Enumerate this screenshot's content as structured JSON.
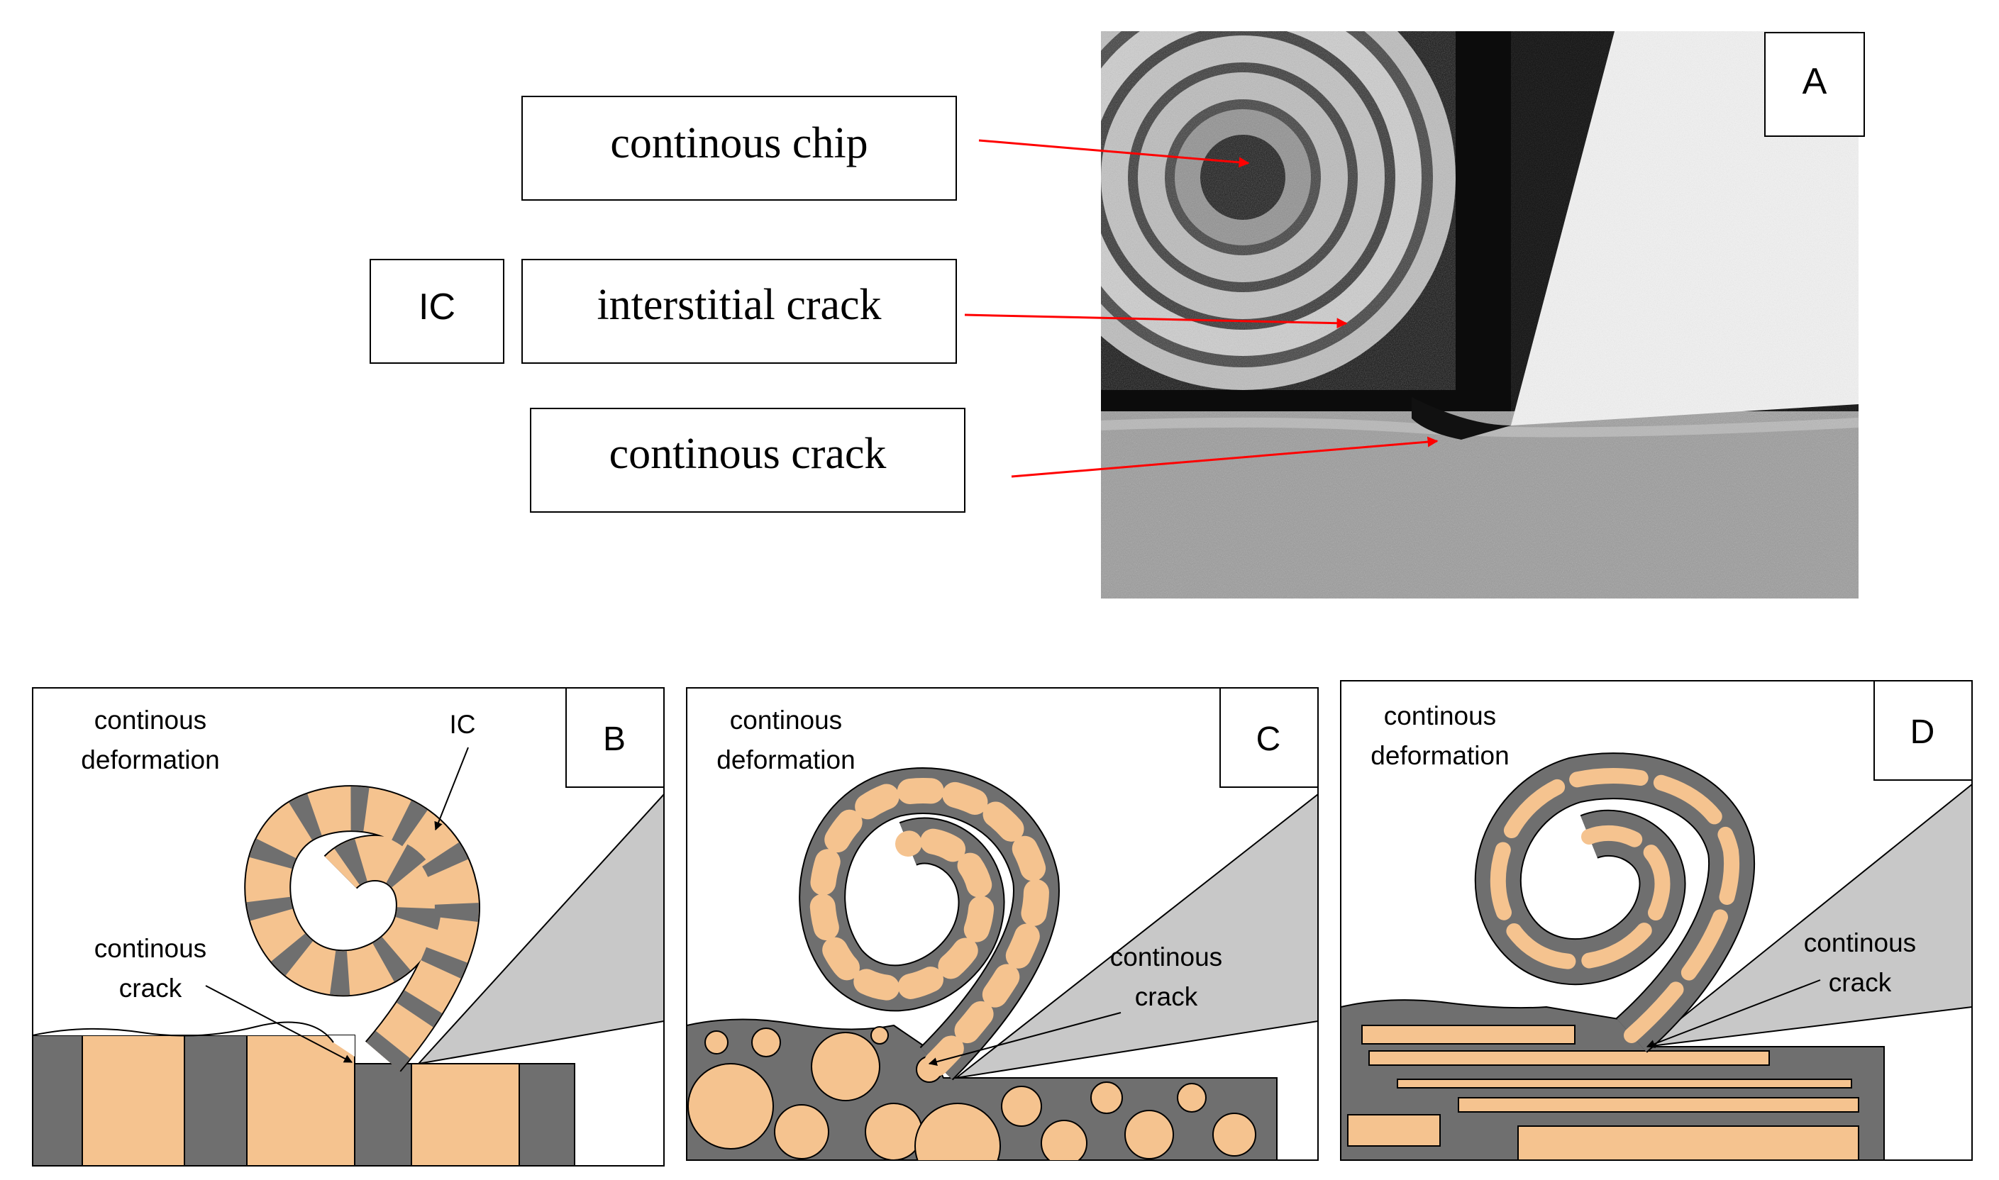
{
  "labels": {
    "chip": "continous chip",
    "ic_box": "IC",
    "interstitial": "interstitial crack",
    "cont_crack": "continous crack"
  },
  "panels": {
    "a": "A",
    "b": "B",
    "c": "C",
    "d": "D"
  },
  "panel_b": {
    "deform_1": "continous",
    "deform_2": "deformation",
    "ic": "IC",
    "crack_1": "continous",
    "crack_2": "crack"
  },
  "panel_c": {
    "deform_1": "continous",
    "deform_2": "deformation",
    "crack_1": "continous",
    "crack_2": "crack"
  },
  "panel_d": {
    "deform_1": "continous",
    "deform_2": "deformation",
    "crack_1": "continous",
    "crack_2": "crack"
  },
  "colors": {
    "phase_tan": "#f5c38f",
    "phase_gray": "#6f6f6f",
    "tool_gray": "#c8c8c8",
    "arrow_red": "#ff0000"
  }
}
